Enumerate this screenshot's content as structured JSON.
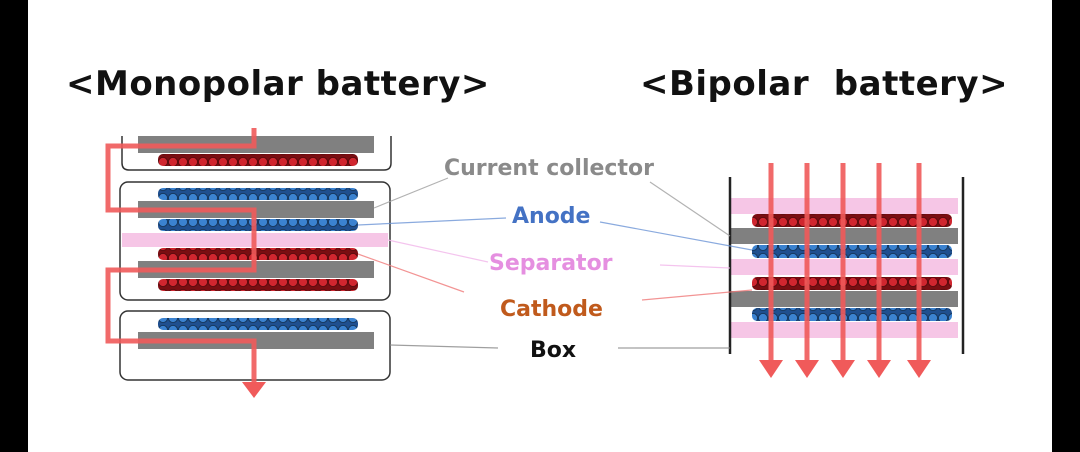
{
  "titles": {
    "monopolar": "<Monopolar battery>",
    "bipolar": "<Bipolar  battery>"
  },
  "labels": {
    "current_collector": "Current collector",
    "anode": "Anode",
    "separator": "Separator",
    "cathode": "Cathode",
    "box": "Box"
  },
  "colors": {
    "collector": "#808080",
    "anode": "#3b78c4",
    "cathode": "#c8202a",
    "separator": "#f6c6e6",
    "current_arrow": "#f05a5a",
    "current_collector_label": "#8a8a8a",
    "anode_label": "#4472c4",
    "separator_label": "#e58fe0",
    "cathode_label": "#c05a1c",
    "box_label": "#111111"
  }
}
